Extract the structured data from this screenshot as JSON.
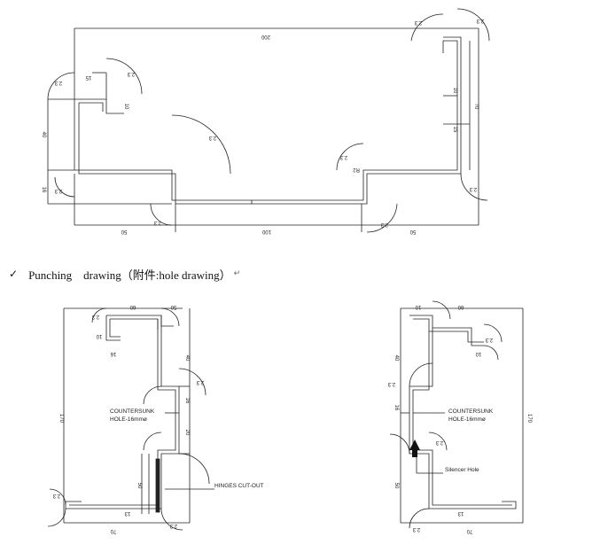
{
  "top_drawing": {
    "dims": {
      "overall_width": "200",
      "bottom_left": "50",
      "bottom_mid": "100",
      "bottom_right": "50",
      "left_upper": "40",
      "left_lower": "16",
      "right_height": "70",
      "right_lip": "10",
      "right_mid": "15",
      "lip_depth": "10",
      "notch_top": "15",
      "radius": "2.3",
      "radius_big": "2.3",
      "radius_label": "R2",
      "cut_height": "10"
    }
  },
  "caption": {
    "check_icon": "check-icon",
    "text": "Punching    drawing（附件:hole drawing）",
    "return_icon": "return-icon"
  },
  "left_drawing": {
    "dims": {
      "top_60": "60",
      "top_50": "50",
      "height_170": "170",
      "inner_40": "40",
      "inner_16": "16",
      "inner_20": "20",
      "lip_10": "10",
      "side_16": "16",
      "mid_50": "50",
      "low_13": "13",
      "bottom_70": "70",
      "radius": "2.3"
    },
    "labels": {
      "countersunk_1": "COUNTERSUNK",
      "countersunk_2": "HOLE-16mmø",
      "hinges": "HINGES CUT-OUT"
    }
  },
  "right_drawing": {
    "dims": {
      "top_10": "10",
      "top_60": "60",
      "height_170": "170",
      "inner_40": "40",
      "inner_16": "16",
      "lip_10": "10",
      "mid_50": "50",
      "low_13": "13",
      "bottom_70": "70",
      "radius": "2.3"
    },
    "labels": {
      "countersunk_1": "COUNTERSUNK",
      "countersunk_2": "HOLE-16mmø",
      "silencer": "Silencer Hole"
    }
  }
}
